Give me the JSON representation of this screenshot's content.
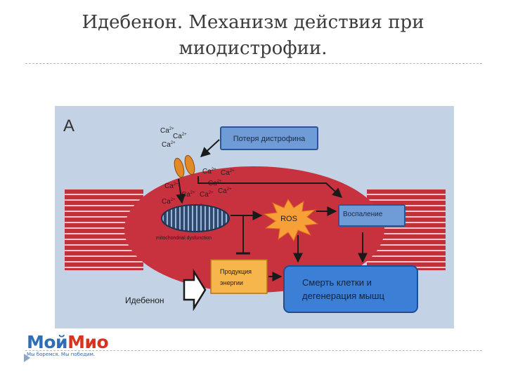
{
  "slide": {
    "title_line1": "Идебенон. Механизм действия при",
    "title_line2": "миодистрофии."
  },
  "diagram": {
    "panel_label": "A",
    "boxes": {
      "dystrophin_loss": "Потеря дистрофина",
      "inflammation": "Воспаление",
      "energy_line1": "Продукция",
      "energy_line2": "энергии",
      "death_line1": "Смерть клетки и",
      "death_line2": "дегенерация мышц"
    },
    "ros_label": "ROS",
    "mito_label": "mitochondrial dysfunction",
    "drug_label": "Идебенон",
    "calcium_label": "Ca",
    "calcium_charge": "2+",
    "colors": {
      "panel_bg": "#c3d3e5",
      "cell": "#c8323f",
      "box_fill": "#6f9bd6",
      "box_border": "#2c5595",
      "death_box": "#3b80d6",
      "energy_box": "#f7b64c",
      "ros_burst": "#f8a038"
    }
  },
  "logo": {
    "part1": "Мой",
    "part2": "Мио",
    "tagline": "Мы боремся. Мы победим."
  }
}
